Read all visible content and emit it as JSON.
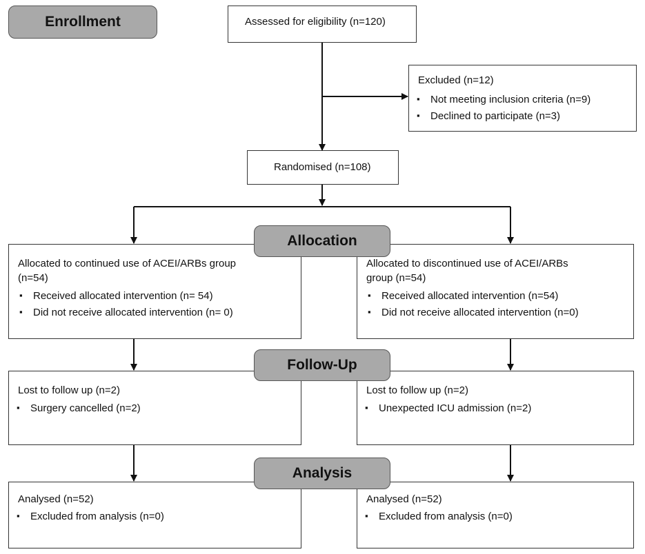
{
  "stages": {
    "enrollment": "Enrollment",
    "allocation": "Allocation",
    "follow_up": "Follow-Up",
    "analysis": "Analysis"
  },
  "enrollment": {
    "assessed": "Assessed for eligibility (n=120)",
    "excluded_title": "Excluded (n=12)",
    "excluded_items": [
      "Not meeting inclusion criteria (n=9)",
      "Declined to participate (n=3)"
    ],
    "randomised": "Randomised (n=108)"
  },
  "allocation": {
    "left_title_1": "Allocated to continued use of ACEI/ARBs group",
    "left_title_2": "(n=54)",
    "left_items": [
      "Received allocated intervention (n= 54)",
      "Did not receive allocated intervention (n= 0)"
    ],
    "right_title_1": "Allocated to discontinued use of ACEI/ARBs",
    "right_title_2": "group (n=54)",
    "right_items": [
      "Received allocated intervention (n=54)",
      "Did not receive allocated intervention (n=0)"
    ]
  },
  "follow_up": {
    "left_title": "Lost to follow up (n=2)",
    "left_items": [
      "Surgery cancelled (n=2)"
    ],
    "right_title": "Lost to follow up (n=2)",
    "right_items": [
      "Unexpected ICU admission (n=2)"
    ]
  },
  "analysis": {
    "left_title": "Analysed (n=52)",
    "left_items": [
      "Excluded from analysis (n=0)"
    ],
    "right_title": "Analysed (n=52)",
    "right_items": [
      "Excluded from analysis (n=0)"
    ]
  }
}
